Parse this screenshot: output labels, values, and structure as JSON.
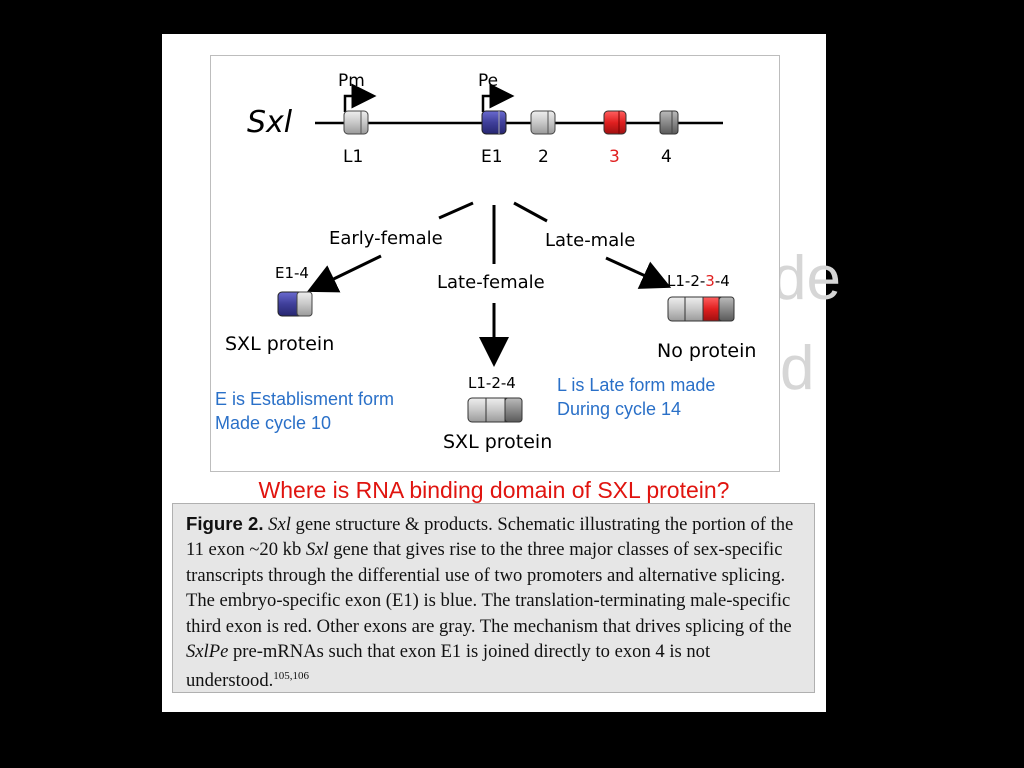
{
  "diagram": {
    "gene_name": "Sxl",
    "promoters": [
      "Pm",
      "Pe"
    ],
    "exons": [
      {
        "label": "L1",
        "color": "#c8c8c8"
      },
      {
        "label": "E1",
        "color": "#3f3f9a"
      },
      {
        "label": "2",
        "color": "#c8c8c8"
      },
      {
        "label": "3",
        "color": "#e02020",
        "label_color": "#e02020"
      },
      {
        "label": "4",
        "color": "#8a8a8a"
      }
    ],
    "branches": {
      "early_female": "Early-female",
      "late_female": "Late-female",
      "late_male": "Late-male"
    },
    "products": {
      "early": {
        "transcript": "E1-4",
        "result": "SXL protein"
      },
      "late_female": {
        "transcript": "L1-2-4",
        "result": "SXL protein"
      },
      "late_male": {
        "transcript_parts": [
          "L1-2-",
          "3",
          "-4"
        ],
        "result": "No protein"
      }
    },
    "notes": {
      "e_line1": "E is Establisment form",
      "e_line2": "Made cycle 10",
      "l_line1": "L is Late form made",
      "l_line2": "During cycle 14"
    }
  },
  "question": "Where is RNA binding domain of SXL protein?",
  "caption": {
    "figure_label": "Figure 2.",
    "gene_italic": "Sxl",
    "text_1": " gene structure & products. Schematic illustrating the portion of the 11 exon ~20 kb ",
    "gene_italic_2": "Sxl",
    "text_2": " gene that gives rise to the three major classes of sex-specific transcripts through the differential use of two promoters and alternative splicing. The embryo-specific exon (E1) is blue. The translation-terminating male-specific third exon is red. Other exons are gray. The mechanism that drives splicing of the ",
    "gene_italic_3": "SxlPe",
    "text_3": " pre-mRNAs such that exon E1 is joined directly to exon 4 is not understood.",
    "refs": "105,106"
  },
  "colors": {
    "note_blue": "#2a70c8",
    "question_red": "#e0140f",
    "exon_blue": "#3f3f9a",
    "exon_red": "#e02020",
    "exon_gray": "#c8c8c8",
    "exon_dark_gray": "#8a8a8a"
  }
}
